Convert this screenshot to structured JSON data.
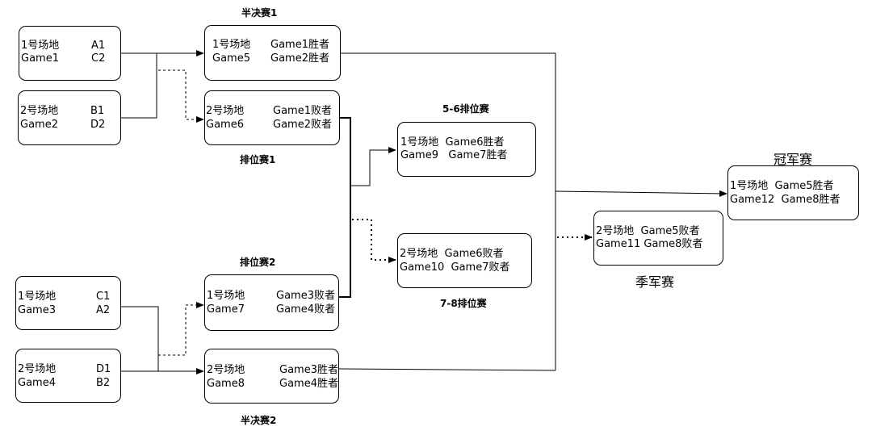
{
  "captions": {
    "semi1": "半决赛1",
    "rank1": "排位赛1",
    "rank2": "排位赛2",
    "semi2": "半决赛2",
    "p56": "5-6排位赛",
    "p78": "7-8排位赛",
    "final": "冠军赛",
    "third": "季军赛"
  },
  "boxes": {
    "g1": {
      "venue": "1号场地",
      "game": "Game1",
      "teamA": "A1",
      "teamB": "C2"
    },
    "g2": {
      "venue": "2号场地",
      "game": "Game2",
      "teamA": "B1",
      "teamB": "D2"
    },
    "g3": {
      "venue": "1号场地",
      "game": "Game3",
      "teamA": "C1",
      "teamB": "A2"
    },
    "g4": {
      "venue": "2号场地",
      "game": "Game4",
      "teamA": "D1",
      "teamB": "B2"
    },
    "g5": {
      "venue": "1号场地",
      "game": "Game5",
      "teamA": "Game1胜者",
      "teamB": "Game2胜者"
    },
    "g6": {
      "venue": "2号场地",
      "game": "Game6",
      "teamA": "Game1败者",
      "teamB": "Game2败者"
    },
    "g7": {
      "venue": "1号场地",
      "game": "Game7",
      "teamA": "Game3败者",
      "teamB": "Game4败者"
    },
    "g8": {
      "venue": "2号场地",
      "game": "Game8",
      "teamA": "Game3胜者",
      "teamB": "Game4胜者"
    },
    "g9": {
      "line1": "1号场地  Game6胜者",
      "line2": "Game9   Game7胜者"
    },
    "g10": {
      "line1": "2号场地  Game6败者",
      "line2": "Game10  Game7败者"
    },
    "g11": {
      "line1": "2号场地  Game5败者",
      "line2": "Game11 Game8败者"
    },
    "g12": {
      "line1": "1号场地  Game5胜者",
      "line2": "Game12  Game8胜者"
    }
  }
}
